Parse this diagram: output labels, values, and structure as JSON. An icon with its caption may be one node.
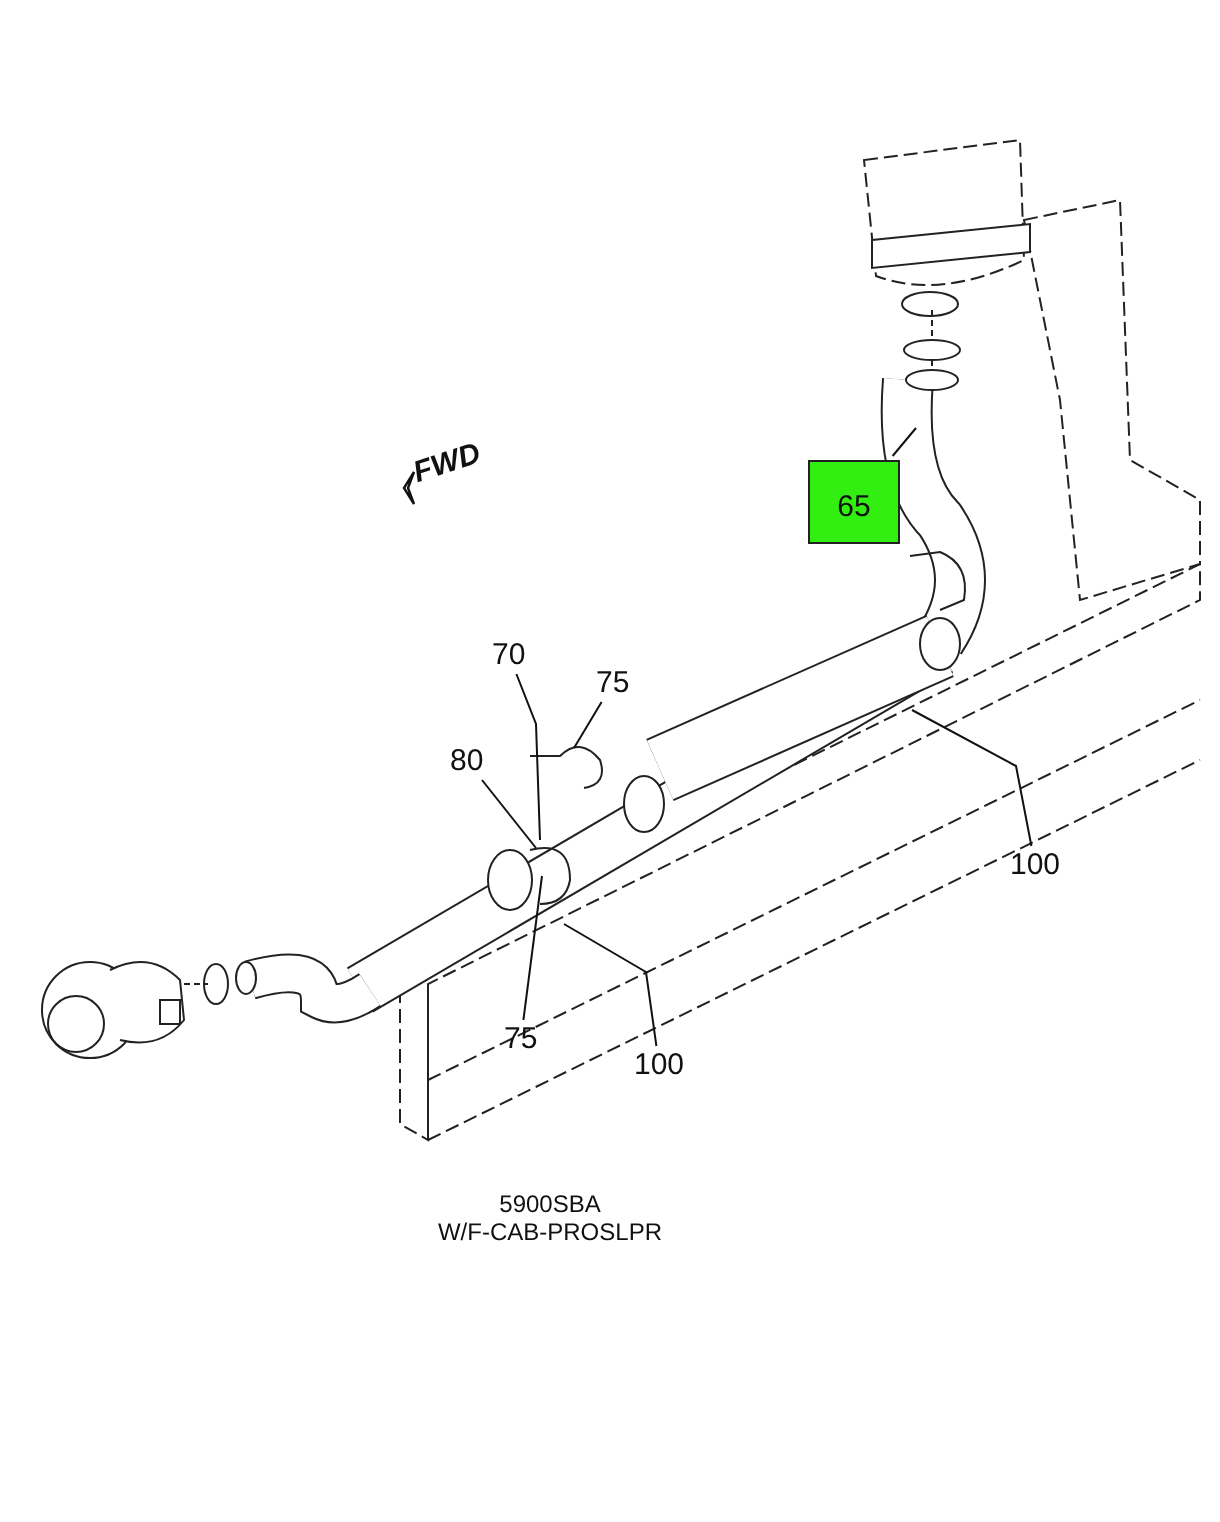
{
  "diagram": {
    "nodes": [
      {
        "text": [
          "65"
        ]
      },
      {
        "text": [
          "70"
        ]
      },
      {
        "text": [
          "75"
        ]
      },
      {
        "text": [
          "80"
        ]
      },
      {
        "text": [
          "100"
        ]
      },
      {
        "text": [
          "75"
        ]
      },
      {
        "text": [
          "100"
        ]
      }
    ],
    "edges": [
      {
        "from": 0,
        "to": null,
        "arrow": "none"
      },
      {
        "from": 1,
        "to": null,
        "arrow": "none"
      },
      {
        "from": 2,
        "to": null,
        "arrow": "none"
      },
      {
        "from": 3,
        "to": null,
        "arrow": "none"
      },
      {
        "from": 4,
        "to": null,
        "arrow": "none"
      },
      {
        "from": 5,
        "to": null,
        "arrow": "none"
      },
      {
        "from": 6,
        "to": null,
        "arrow": "none"
      }
    ],
    "labels": [
      "FWD",
      "5900SBA",
      "W/F-CAB-PROSLPR"
    ]
  }
}
